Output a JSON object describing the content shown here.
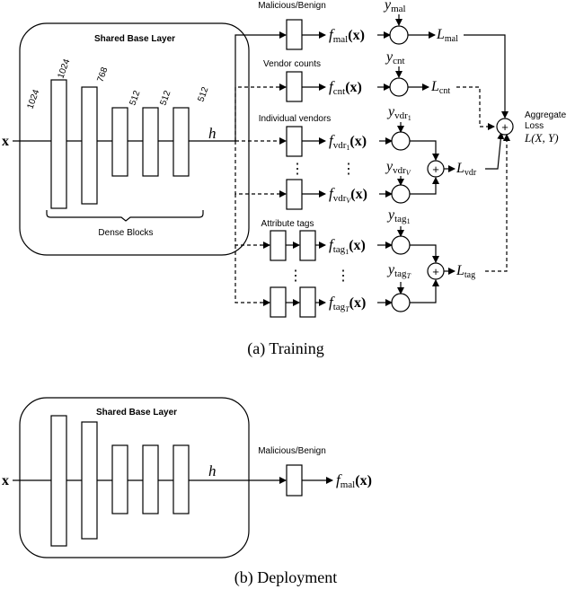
{
  "training": {
    "caption": "(a) Training",
    "base_title": "Shared Base Layer",
    "input_label": "x",
    "hidden_label": "h",
    "dense_caption": "Dense Blocks",
    "block_sizes": [
      "1024",
      "1024",
      "768",
      "512",
      "512",
      "512"
    ],
    "heads": {
      "mal": {
        "title": "Malicious/Benign",
        "f_main": "f",
        "f_sub": "mal",
        "arg": "(x)",
        "y_main": "y",
        "y_sub": "mal",
        "L_main": "L",
        "L_sub": "mal"
      },
      "cnt": {
        "title": "Vendor counts",
        "f_main": "f",
        "f_sub": "cnt",
        "arg": "(x)",
        "y_main": "y",
        "y_sub": "cnt",
        "L_main": "L",
        "L_sub": "cnt"
      },
      "vdr": {
        "title": "Individual vendors",
        "f_sub1": "vdr",
        "f_sub1b": "1",
        "f_sub2": "vdr",
        "f_sub2b": "V",
        "y_sub": "vdr",
        "L_main": "L",
        "L_sub": "vdr"
      },
      "tag": {
        "title": "Attribute tags",
        "f_sub": "tag",
        "f_sub1b": "1",
        "f_sub2b": "T",
        "L_main": "L",
        "L_sub": "tag"
      }
    },
    "aggregate": {
      "line1": "Aggregate",
      "line2": "Loss",
      "line3": "L(X, Y)"
    },
    "plus": "+",
    "ellipsis": "⋮"
  },
  "deployment": {
    "caption": "(b) Deployment",
    "base_title": "Shared Base Layer",
    "input_label": "x",
    "hidden_label": "h",
    "head_title": "Malicious/Benign",
    "f_main": "f",
    "f_sub": "mal",
    "arg": "(x)"
  }
}
